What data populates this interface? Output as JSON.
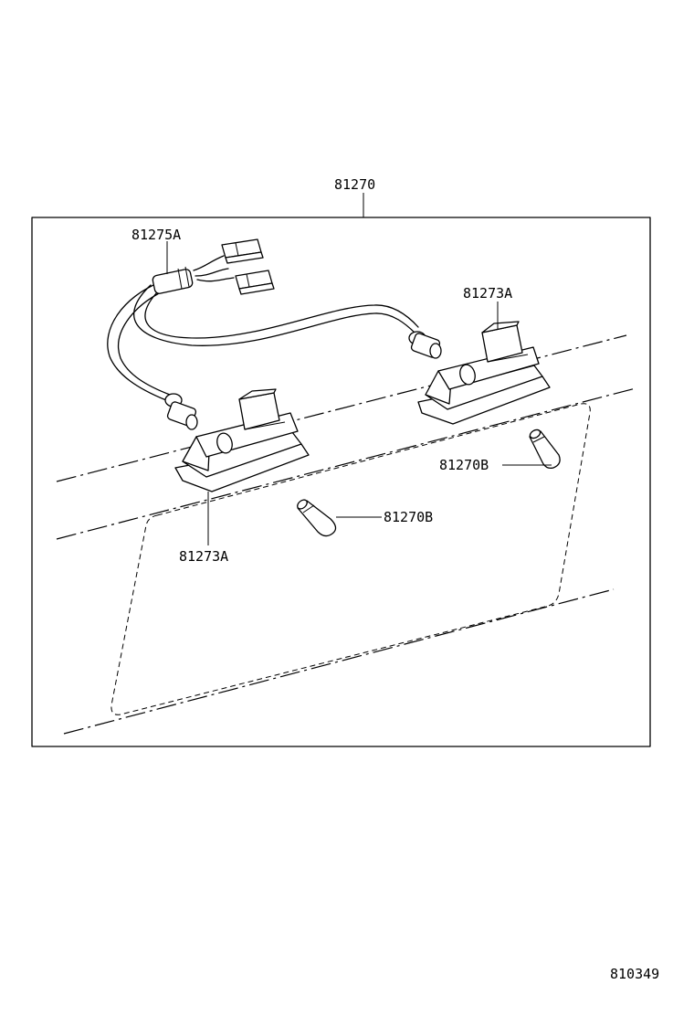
{
  "labels": {
    "assembly": "81270",
    "harness": "81275A",
    "lamp_right": "81273A",
    "lamp_left": "81273A",
    "bulb_right": "81270B",
    "bulb_left": "81270B",
    "drawing_number": "810349"
  }
}
